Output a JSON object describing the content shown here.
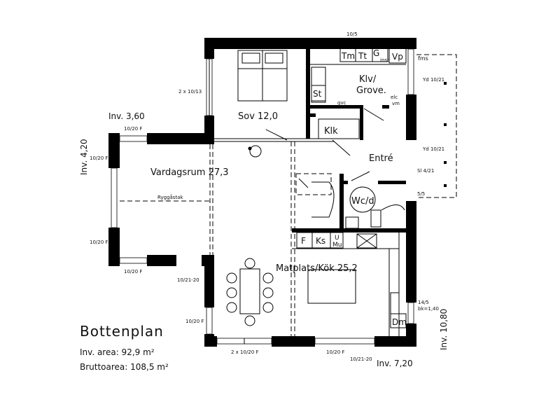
{
  "title": "Bottenplan",
  "inv_area": "Inv. area: 92,9 m²",
  "brutto_area": "Bruttoarea: 108,5 m²",
  "dimensions": {
    "left_height": "Inv. 4,20",
    "left_width": "Inv. 3,60",
    "right_height": "Inv. 10,80",
    "bottom_width": "Inv. 7,20"
  },
  "rooms": {
    "sov": "Sov 12,0",
    "vardagsrum": "Vardagsrum 27,3",
    "entre": "Entré",
    "kok": "Matplats/Kök 25,2",
    "klv": "Klv/",
    "grove": "Grove.",
    "wc": "Wc/d",
    "klk": "Klk"
  },
  "fixtures": {
    "tm": "Tm",
    "tt": "Tt",
    "g": "G",
    "inst": "inst",
    "vp": "Vp",
    "st": "St",
    "f": "F",
    "ks": "Ks",
    "u": "U",
    "mu": "Mu",
    "dm": "Dm",
    "fms": "fms",
    "gvc": "gvc",
    "elc": "elc",
    "vm": "vm"
  },
  "annotations": {
    "top_window": "10/5",
    "sov_window": "2 x 10/13",
    "yd1": "Yd 10/21",
    "yd2": "Yd 10/21",
    "sl": "Sl 4/21",
    "s5": "5/5",
    "bay_top": "10/20 F",
    "bay_left1": "10/20 F",
    "bay_left2": "10/20 F",
    "bay_bottom": "10/20 F",
    "door_left": "10/21-20",
    "left_window": "10/20 F",
    "bottom_windows": "2 x 10/20 F",
    "bottom_window2": "10/20 F",
    "bottom_door": "10/21-20",
    "right_window1": "14/5",
    "right_window2": "bk=1,40",
    "ryggtak": "Ryggåstak"
  }
}
